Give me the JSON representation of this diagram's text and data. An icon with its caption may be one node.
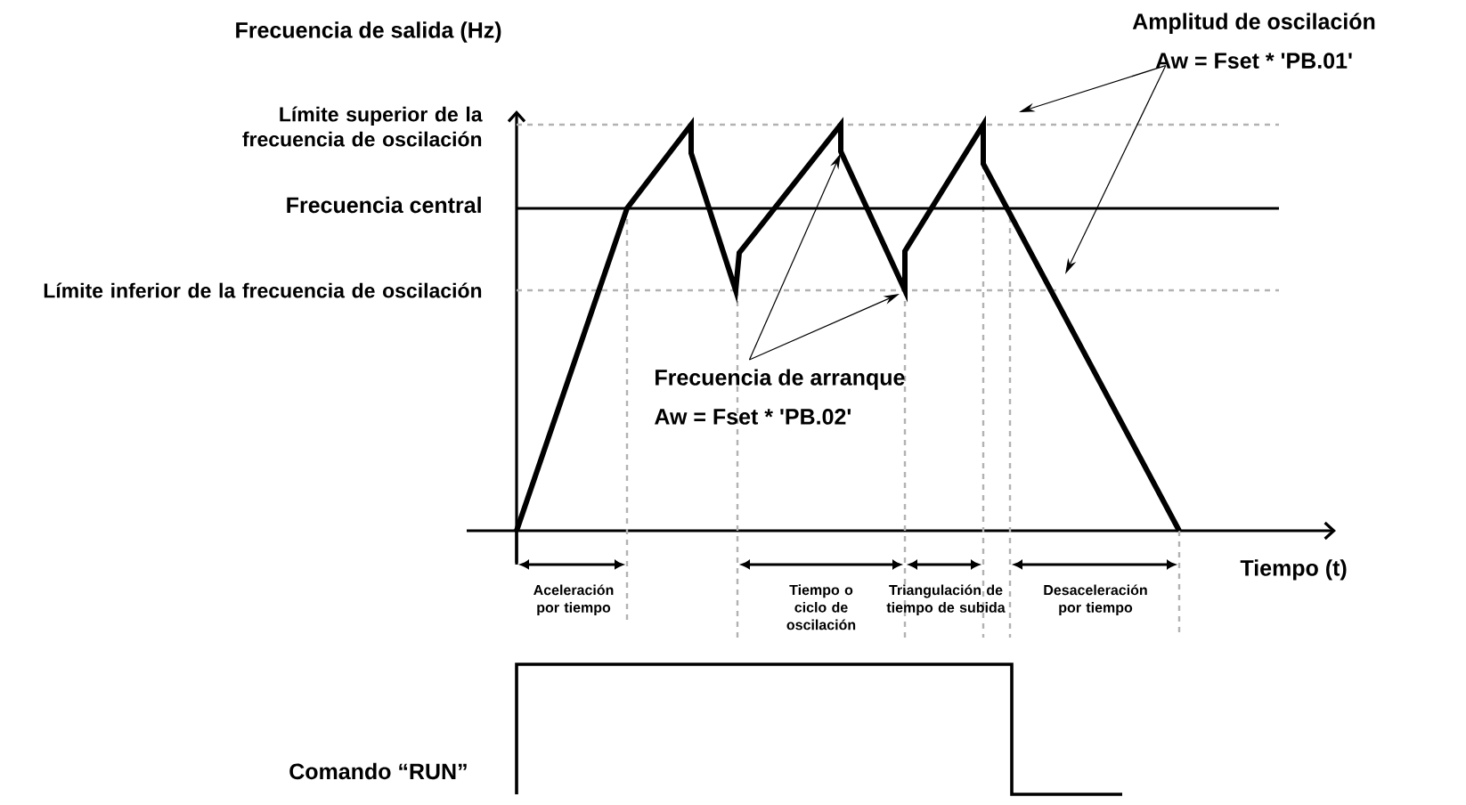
{
  "diagram": {
    "nodes": [
      {
        "text": [
          "Amplitud de oscilación",
          "Aw = Fset * 'PB.01'"
        ]
      },
      {
        "text": [
          "Frecuencia de arranque",
          "Aw = Fset * 'PB.02'"
        ]
      }
    ],
    "edges": [
      {
        "from": 0,
        "to": null,
        "arrow": "to"
      },
      {
        "from": 0,
        "to": null,
        "arrow": "to"
      },
      {
        "from": 1,
        "to": null,
        "arrow": "to"
      },
      {
        "from": 1,
        "to": null,
        "arrow": "to"
      }
    ],
    "labels": [
      "Frecuencia de salida (Hz)",
      "Límite superior de la frecuencia de oscilación",
      "Frecuencia central",
      "Límite inferior de la frecuencia de oscilación",
      "Tiempo (t)",
      "Aceleración por tiempo",
      "Tiempo o ciclo de oscilación",
      "Triangulación de tiempo de subida",
      "Desaceleración por tiempo",
      "Comando “RUN”"
    ]
  }
}
